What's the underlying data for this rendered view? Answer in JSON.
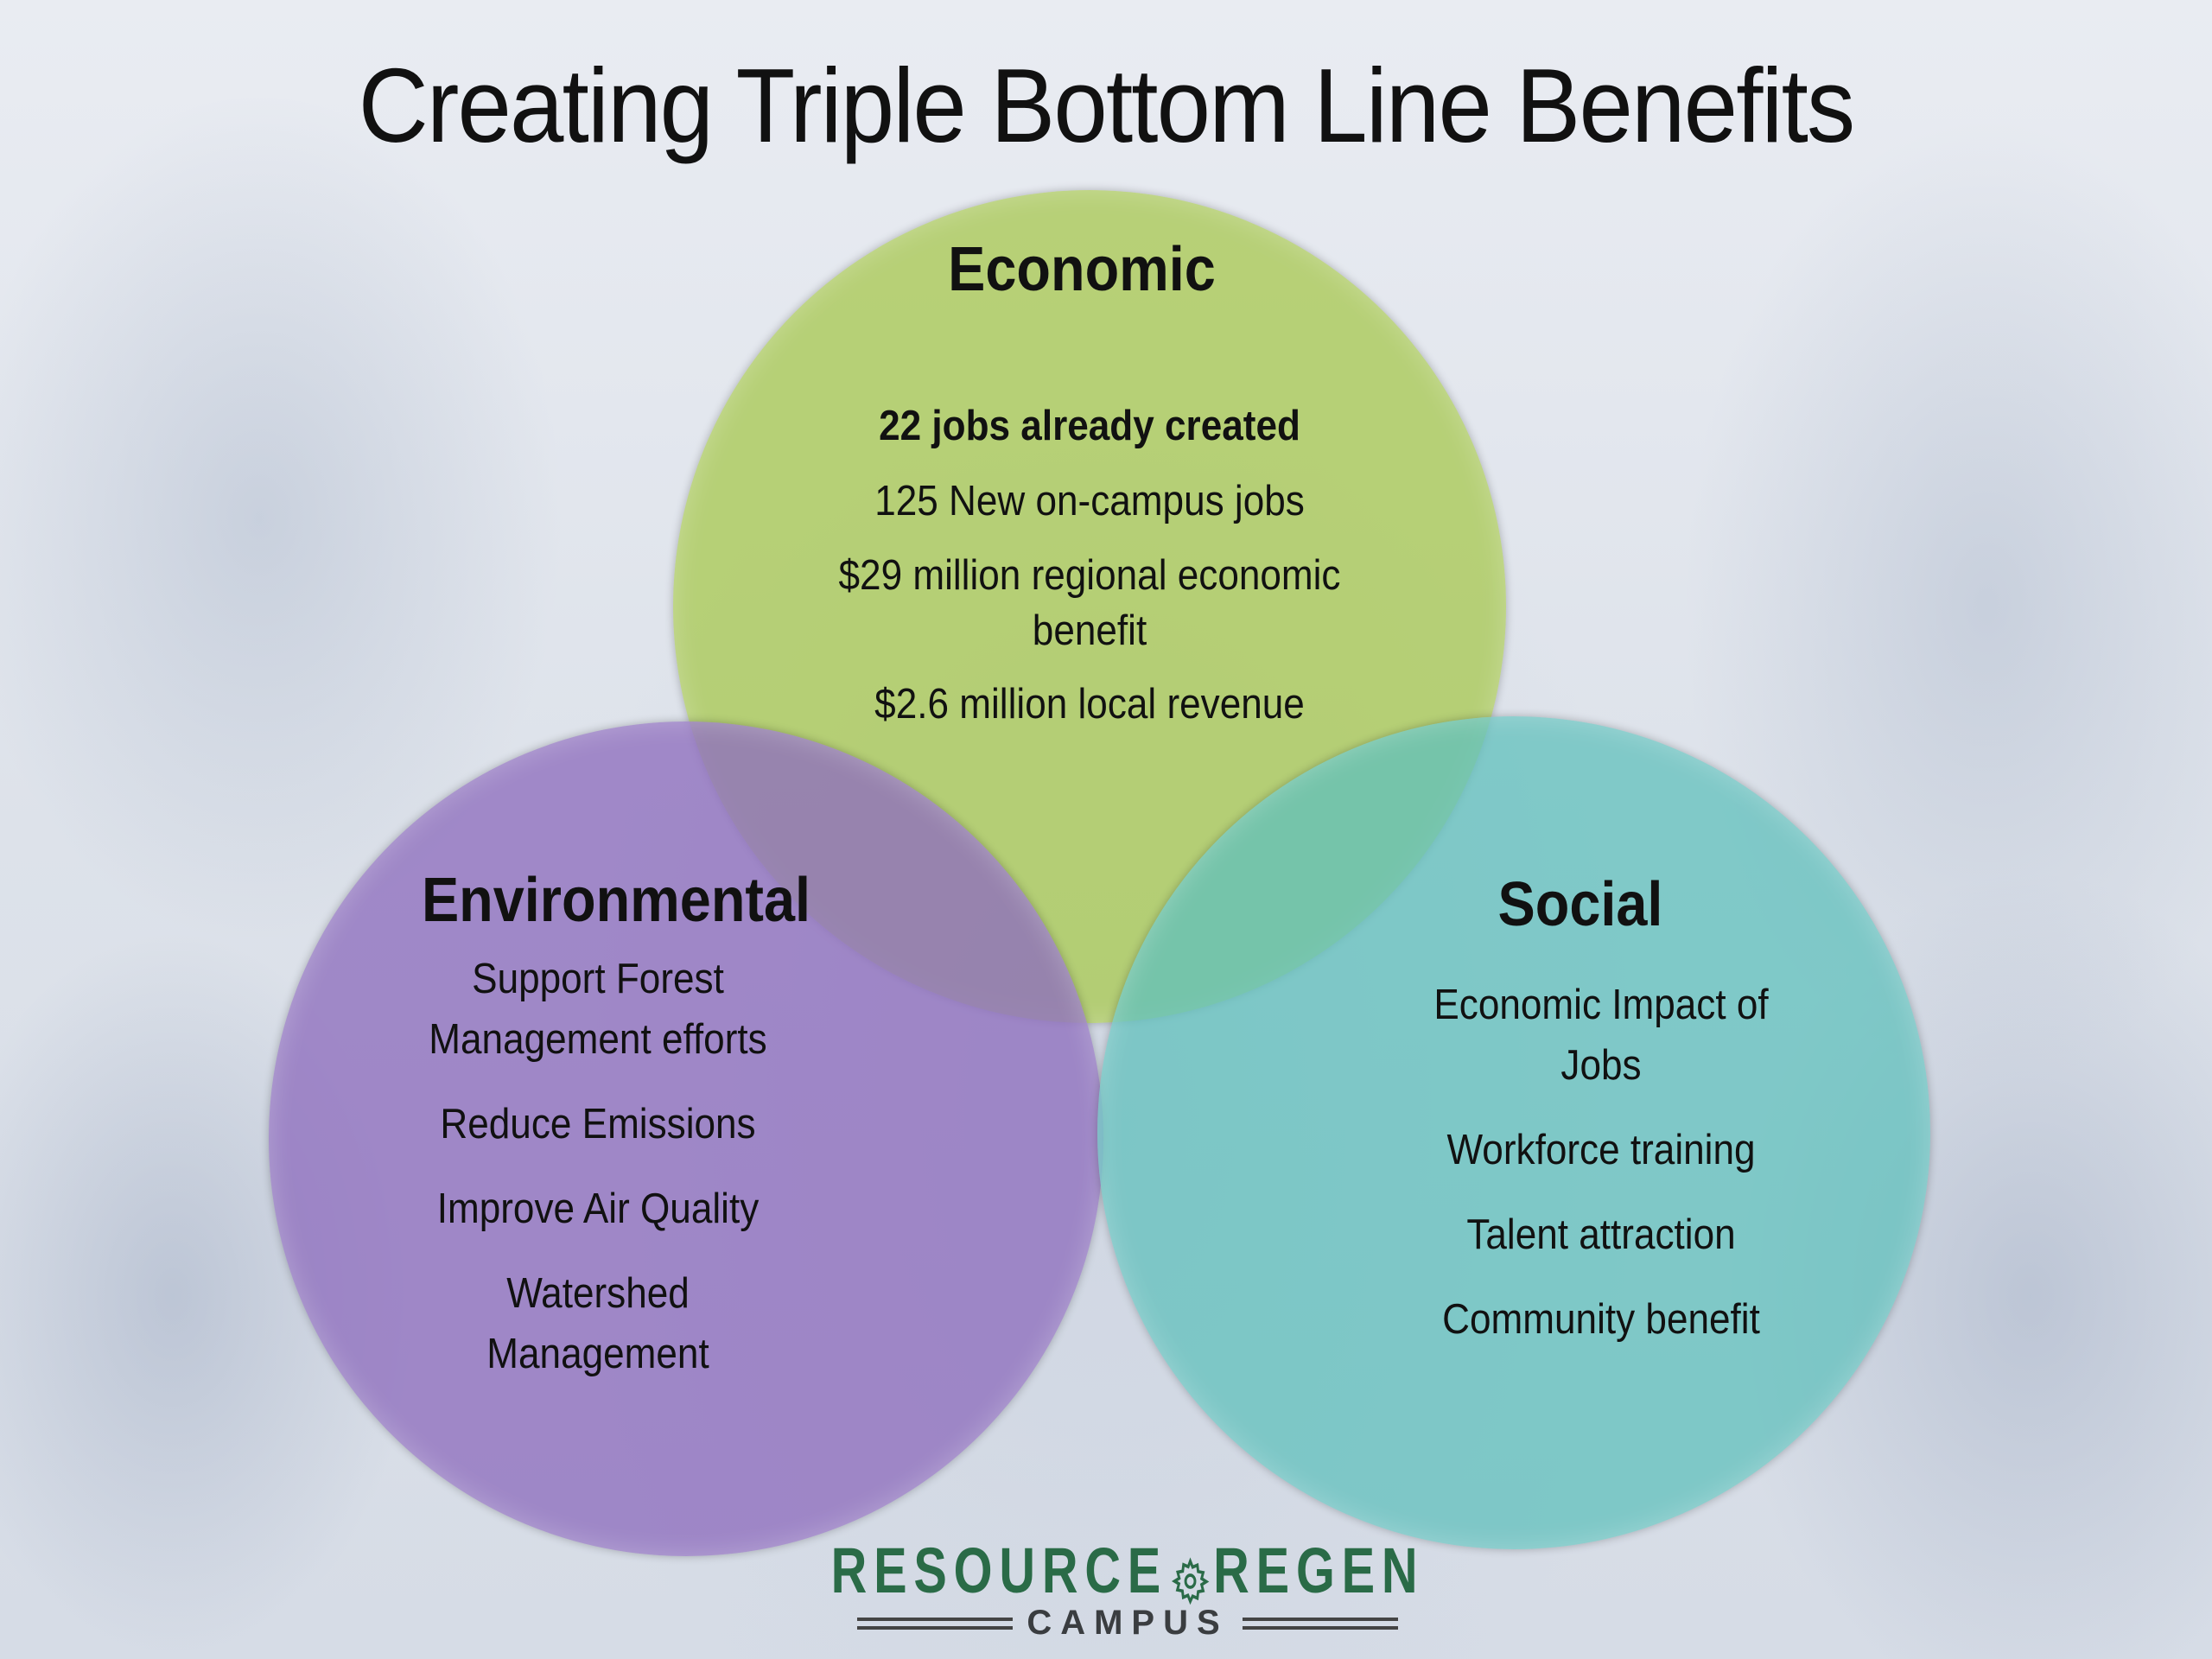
{
  "title": "Creating Triple Bottom Line Benefits",
  "economic": {
    "heading": "Economic",
    "items": [
      "22 jobs already created",
      "125 New on-campus jobs",
      "$29 million regional economic",
      "benefit",
      "$2.6 million local revenue"
    ],
    "color": "#acca5c"
  },
  "environmental": {
    "heading": "Environmental",
    "items": [
      "Support Forest",
      "Management efforts",
      "Reduce Emissions",
      "Improve Air Quality",
      "Watershed",
      "Management"
    ],
    "color": "#8e6ebe"
  },
  "social": {
    "heading": "Social",
    "items": [
      "Economic Impact of",
      "Jobs",
      "Workforce training",
      "Talent attraction",
      "Community benefit"
    ],
    "color": "#60c0bc"
  },
  "logo": {
    "left": "RESOURCE",
    "right": "REGEN",
    "sub": "CAMPUS",
    "color": "#2a6b47"
  }
}
